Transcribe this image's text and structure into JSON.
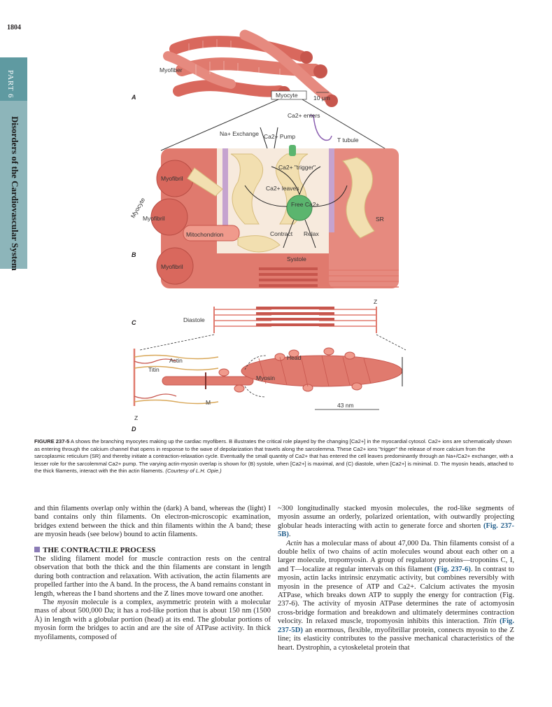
{
  "page": {
    "number": "1804"
  },
  "sidebar": {
    "part": "PART 6",
    "title": "Disorders of the Cardiovascular System"
  },
  "figure": {
    "panel_labels": [
      "A",
      "B",
      "C",
      "D"
    ],
    "labels": {
      "myofiber": "Myofiber",
      "myocyte": "Myocyte",
      "scale": "10 μm",
      "ca_enters": "Ca2+ enters",
      "na_exchange": "Na+ Exchange",
      "ca_pump": "Ca2+ Pump",
      "t_tubule": "T tubule",
      "ca_trigger": "Ca2+ \"trigger\"",
      "ca_leaves": "Ca2+ leaves",
      "free_ca": "Free Ca2+",
      "myocyte_b": "Myocyte",
      "myofibril_1": "Myofibril",
      "myofibril_2": "Myofibril",
      "myofibril_3": "Myofibril",
      "mitochondrion": "Mitochondrion",
      "sr": "SR",
      "contract": "Contract",
      "relax": "Relax",
      "systole": "Systole",
      "diastole": "Diastole",
      "z1": "Z",
      "actin": "Actin",
      "titin": "Titin",
      "head": "Head",
      "myosin": "Myosin",
      "m": "M",
      "z2": "Z",
      "nm": "43 nm"
    }
  },
  "caption": {
    "label": "FIGURE 237-5",
    "text": " A shows the branching myocytes making up the cardiac myofibers. B illustrates the critical role played by the changing [Ca2+] in the myocardial cytosol. Ca2+ ions are schematically shown as entering through the calcium channel that opens in response to the wave of depolarization that travels along the sarcolemma. These Ca2+ ions \"trigger\" the release of more calcium from the sarcoplasmic reticulum (SR) and thereby initiate a contraction-relaxation cycle. Eventually the small quantity of Ca2+ that has entered the cell leaves predominantly through an Na+/Ca2+ exchanger, with a lesser role for the sarcolemmal Ca2+ pump. The varying actin-myosin overlap is shown for (B) systole, when [Ca2+] is maximal, and (C) diastole, when [Ca2+] is minimal. D. The myosin heads, attached to the thick filaments, interact with the thin actin filaments.",
    "credit": "(Courtesy of L.H. Opie.)"
  },
  "body": {
    "left": {
      "p1": "and thin filaments overlap only within the (dark) A band, whereas the (light) I band contains only thin filaments. On electron-microscopic examination, bridges extend between the thick and thin filaments within the A band; these are myosin heads (see below) bound to actin filaments.",
      "heading": "THE CONTRACTILE PROCESS",
      "p2": "The sliding filament model for muscle contraction rests on the central observation that both the thick and the thin filaments are constant in length during both contraction and relaxation. With activation, the actin filaments are propelled farther into the A band. In the process, the A band remains constant in length, whereas the I band shortens and the Z lines move toward one another.",
      "p3_term": "myosin",
      "p3_a": "The ",
      "p3_b": " molecule is a complex, asymmetric protein with a molecular mass of about 500,000 Da; it has a rod-like portion that is about 150 nm (1500 Å) in length with a globular portion (head) at its end. The globular portions of myosin form the bridges to actin and are the site of ATPase activity. In thick myofilaments, composed of"
    },
    "right": {
      "p1a": "~300 longitudinally stacked myosin molecules, the rod-like segments of myosin assume an orderly, polarized orientation, with outwardly projecting globular heads interacting with actin to generate force and shorten ",
      "p1ref": "(Fig. 237-5B)",
      "p1b": ".",
      "p2_term": "Actin",
      "p2a": " has a molecular mass of about 47,000 Da. Thin filaments consist of a double helix of two chains of actin molecules wound about each other on a larger molecule, tropomyosin. A group of regulatory proteins—troponins C, I, and T—localize at regular intervals on this filament ",
      "p2ref1": "(Fig. 237-6)",
      "p2b": ". In contrast to myosin, actin lacks intrinsic enzymatic activity, but combines reversibly with myosin in the presence of ATP and Ca2+. Calcium activates the myosin ATPase, which breaks down ATP to supply the energy for contraction (Fig. 237-6). The activity of myosin ATPase determines the rate of actomyosin cross-bridge formation and breakdown and ultimately determines contraction velocity. In relaxed muscle, tropomyosin inhibits this interaction. ",
      "p2_term2": "Titin",
      "p2ref2": "(Fig. 237-5D)",
      "p2c": " an enormous, flexible, myofibrillar protein, connects myosin to the Z line; its elasticity contributes to the passive mechanical characteristics of the heart. Dystrophin, a cytoskeletal protein that"
    }
  },
  "colors": {
    "muscle": "#e07a6e",
    "muscle_dark": "#c7564d",
    "sr": "#f2dfb0",
    "membrane": "#c5a3cf",
    "free_ca": "#5bb56e",
    "sidebar": "#8db5ba",
    "link": "#1f5c8a"
  }
}
